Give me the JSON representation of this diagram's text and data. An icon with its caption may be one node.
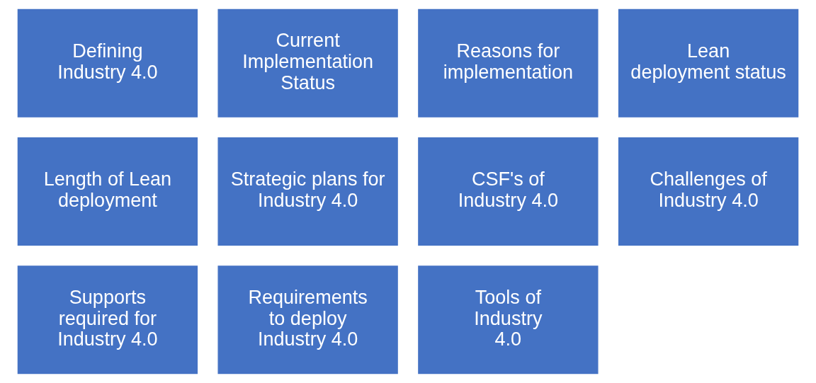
{
  "diagram": {
    "nodes": [
      {
        "text": [
          "Defining Industry 4.0"
        ]
      },
      {
        "text": [
          "Current Implementation Status"
        ]
      },
      {
        "text": [
          "Reasons for implementation"
        ]
      },
      {
        "text": [
          "Lean deployment status"
        ]
      },
      {
        "text": [
          "Length of Lean deployment"
        ]
      },
      {
        "text": [
          "Strategic plans for Industry 4.0"
        ]
      },
      {
        "text": [
          "CSF's of Industry 4.0"
        ]
      },
      {
        "text": [
          "Challenges of Industry 4.0"
        ]
      },
      {
        "text": [
          "Supports required for Industry 4.0"
        ]
      },
      {
        "text": [
          "Requirements to deploy Industry 4.0"
        ]
      },
      {
        "text": [
          "Tools of Industry 4.0"
        ]
      }
    ]
  }
}
